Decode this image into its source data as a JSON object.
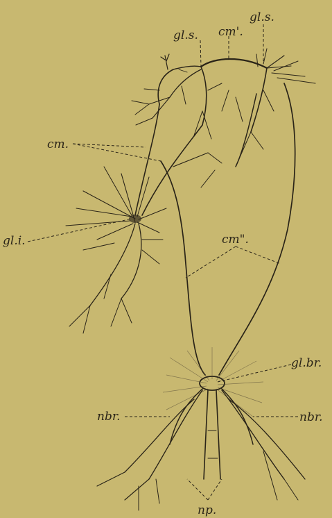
{
  "figure": {
    "background": "#c8b870",
    "ink": "#2a2418",
    "labels": {
      "gl_s_left": "gl.s.",
      "cm_prime": "cm'.",
      "gl_s_right": "gl.s.",
      "cm": "cm.",
      "gl_i": "gl.i.",
      "cm_double_prime": "cm\".",
      "gl_br": "gl.br.",
      "nbr_left": "nbr.",
      "nbr_right": "nbr.",
      "np": "np."
    }
  }
}
